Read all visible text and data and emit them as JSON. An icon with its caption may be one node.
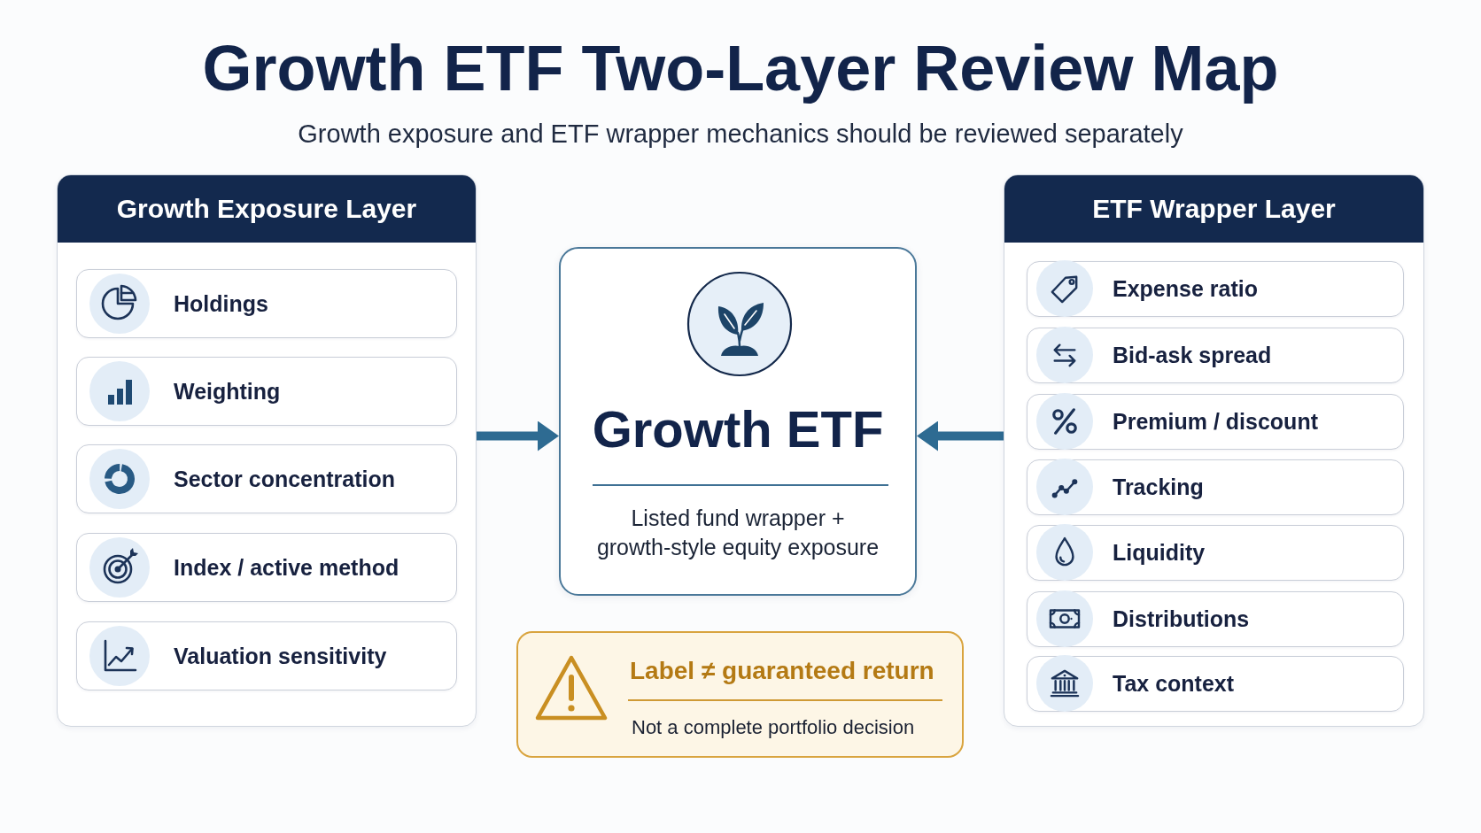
{
  "diagram": {
    "title": "Growth ETF Two-Layer Review Map",
    "nodes": [
      {
        "text": [
          "Growth Exposure Layer"
        ]
      },
      {
        "text": [
          "Holdings"
        ],
        "in": 0
      },
      {
        "text": [
          "Weighting"
        ],
        "in": 0
      },
      {
        "text": [
          "Sector concentration"
        ],
        "in": 0
      },
      {
        "text": [
          "Index / active method"
        ],
        "in": 0
      },
      {
        "text": [
          "Valuation sensitivity"
        ],
        "in": 0
      },
      {
        "text": [
          "Growth ETF",
          "Listed fund wrapper + growth-style equity exposure"
        ]
      },
      {
        "text": [
          "Label ≠ guaranteed return",
          "Not a complete portfolio decision"
        ]
      },
      {
        "text": [
          "ETF Wrapper Layer"
        ]
      },
      {
        "text": [
          "Expense ratio"
        ],
        "in": 8
      },
      {
        "text": [
          "Bid-ask spread"
        ],
        "in": 8
      },
      {
        "text": [
          "Premium / discount"
        ],
        "in": 8
      },
      {
        "text": [
          "Tracking"
        ],
        "in": 8
      },
      {
        "text": [
          "Liquidity"
        ],
        "in": 8
      },
      {
        "text": [
          "Distributions"
        ],
        "in": 8
      },
      {
        "text": [
          "Tax context"
        ],
        "in": 8
      }
    ],
    "edges": [
      {
        "from": 0,
        "to": 6,
        "arrow": "to"
      },
      {
        "from": 8,
        "to": 6,
        "arrow": "to"
      }
    ],
    "labels": [
      "Growth exposure and ETF wrapper mechanics should be reviewed separately"
    ]
  }
}
